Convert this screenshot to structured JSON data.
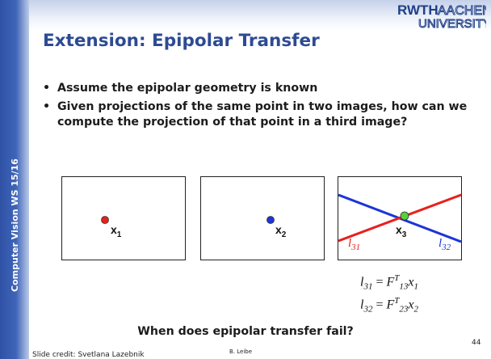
{
  "slide": {
    "sidebar_text": "Computer Vision WS 15/16",
    "logo": {
      "line1a": "RWTH",
      "line1b": "AACHEN",
      "line2": "UNIVERSITY"
    },
    "title": "Extension: Epipolar Transfer",
    "bullets": [
      "Assume the epipolar geometry is known",
      "Given projections of the same point in two images, how can we compute the projection of that point in a third image?"
    ],
    "bullet_symbol": "•",
    "figures": [
      {
        "label_base": "x",
        "label_sub": "1",
        "point_color": "#e8201c"
      },
      {
        "label_base": "x",
        "label_sub": "2",
        "point_color": "#1c35d8"
      },
      {
        "label_base": "x",
        "label_sub": "3",
        "point_color": "#55d23a",
        "line_red": {
          "base": "l",
          "sub": "31",
          "color": "#e8201c"
        },
        "line_blue": {
          "base": "l",
          "sub": "32",
          "color": "#1c35d8"
        }
      }
    ],
    "equations": [
      {
        "lhs_base": "l",
        "lhs_sub": "31",
        "eq": " = ",
        "F": "F",
        "sup": "T",
        "Fsub": "13",
        "x": "x",
        "xsub": "1"
      },
      {
        "lhs_base": "l",
        "lhs_sub": "32",
        "eq": " = ",
        "F": "F",
        "sup": "T",
        "Fsub": "23",
        "x": "x",
        "xsub": "2"
      }
    ],
    "question": "When does epipolar transfer fail?",
    "credit": "Slide credit: Svetlana Lazebnik",
    "author": "B. Leibe",
    "page_number": "44"
  }
}
